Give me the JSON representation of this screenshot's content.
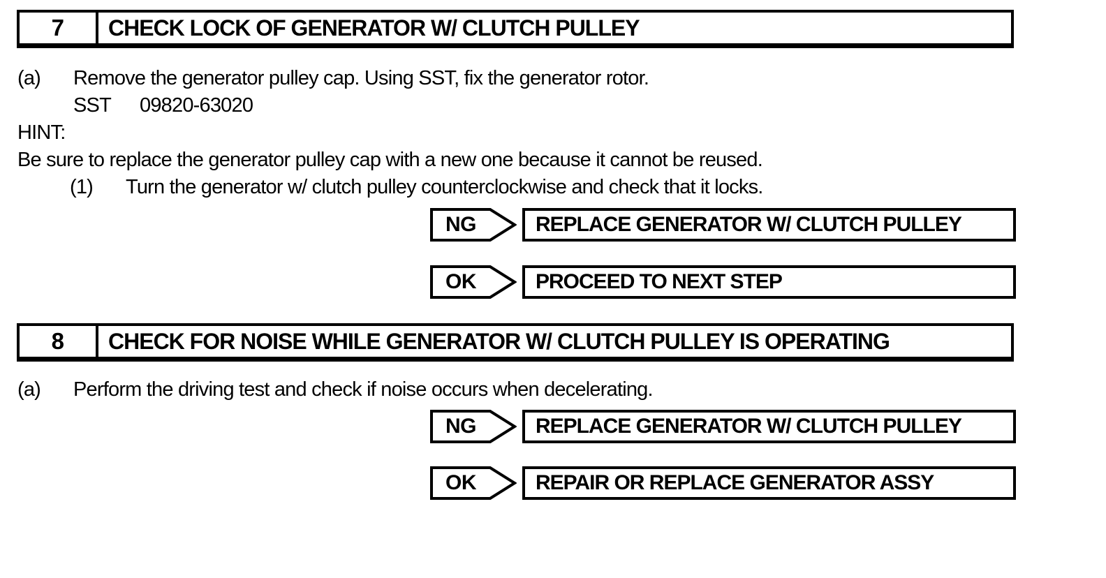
{
  "page": {
    "background_color": "#ffffff",
    "text_color": "#000000"
  },
  "steps": [
    {
      "number": "7",
      "title": "CHECK LOCK OF GENERATOR W/ CLUTCH PULLEY",
      "body": {
        "item_label": "(a)",
        "item_text": "Remove the generator pulley cap. Using SST, fix the generator rotor.",
        "sst_label": "SST",
        "sst_value": "09820-63020",
        "hint_label": "HINT:",
        "hint_text": "Be sure to replace the generator pulley cap with a new one because it cannot be reused.",
        "sub_item_label": "(1)",
        "sub_item_text": "Turn the generator w/ clutch pulley counterclockwise and check that it locks."
      },
      "results": [
        {
          "verdict": "NG",
          "action": "REPLACE GENERATOR W/ CLUTCH PULLEY"
        },
        {
          "verdict": "OK",
          "action": "PROCEED TO NEXT STEP"
        }
      ]
    },
    {
      "number": "8",
      "title": "CHECK FOR NOISE WHILE GENERATOR W/ CLUTCH PULLEY IS OPERATING",
      "body": {
        "item_label": "(a)",
        "item_text": "Perform the driving test and check if noise occurs when decelerating."
      },
      "results": [
        {
          "verdict": "NG",
          "action": "REPLACE GENERATOR W/ CLUTCH PULLEY"
        },
        {
          "verdict": "OK",
          "action": "REPAIR OR REPLACE GENERATOR ASSY"
        }
      ]
    }
  ]
}
